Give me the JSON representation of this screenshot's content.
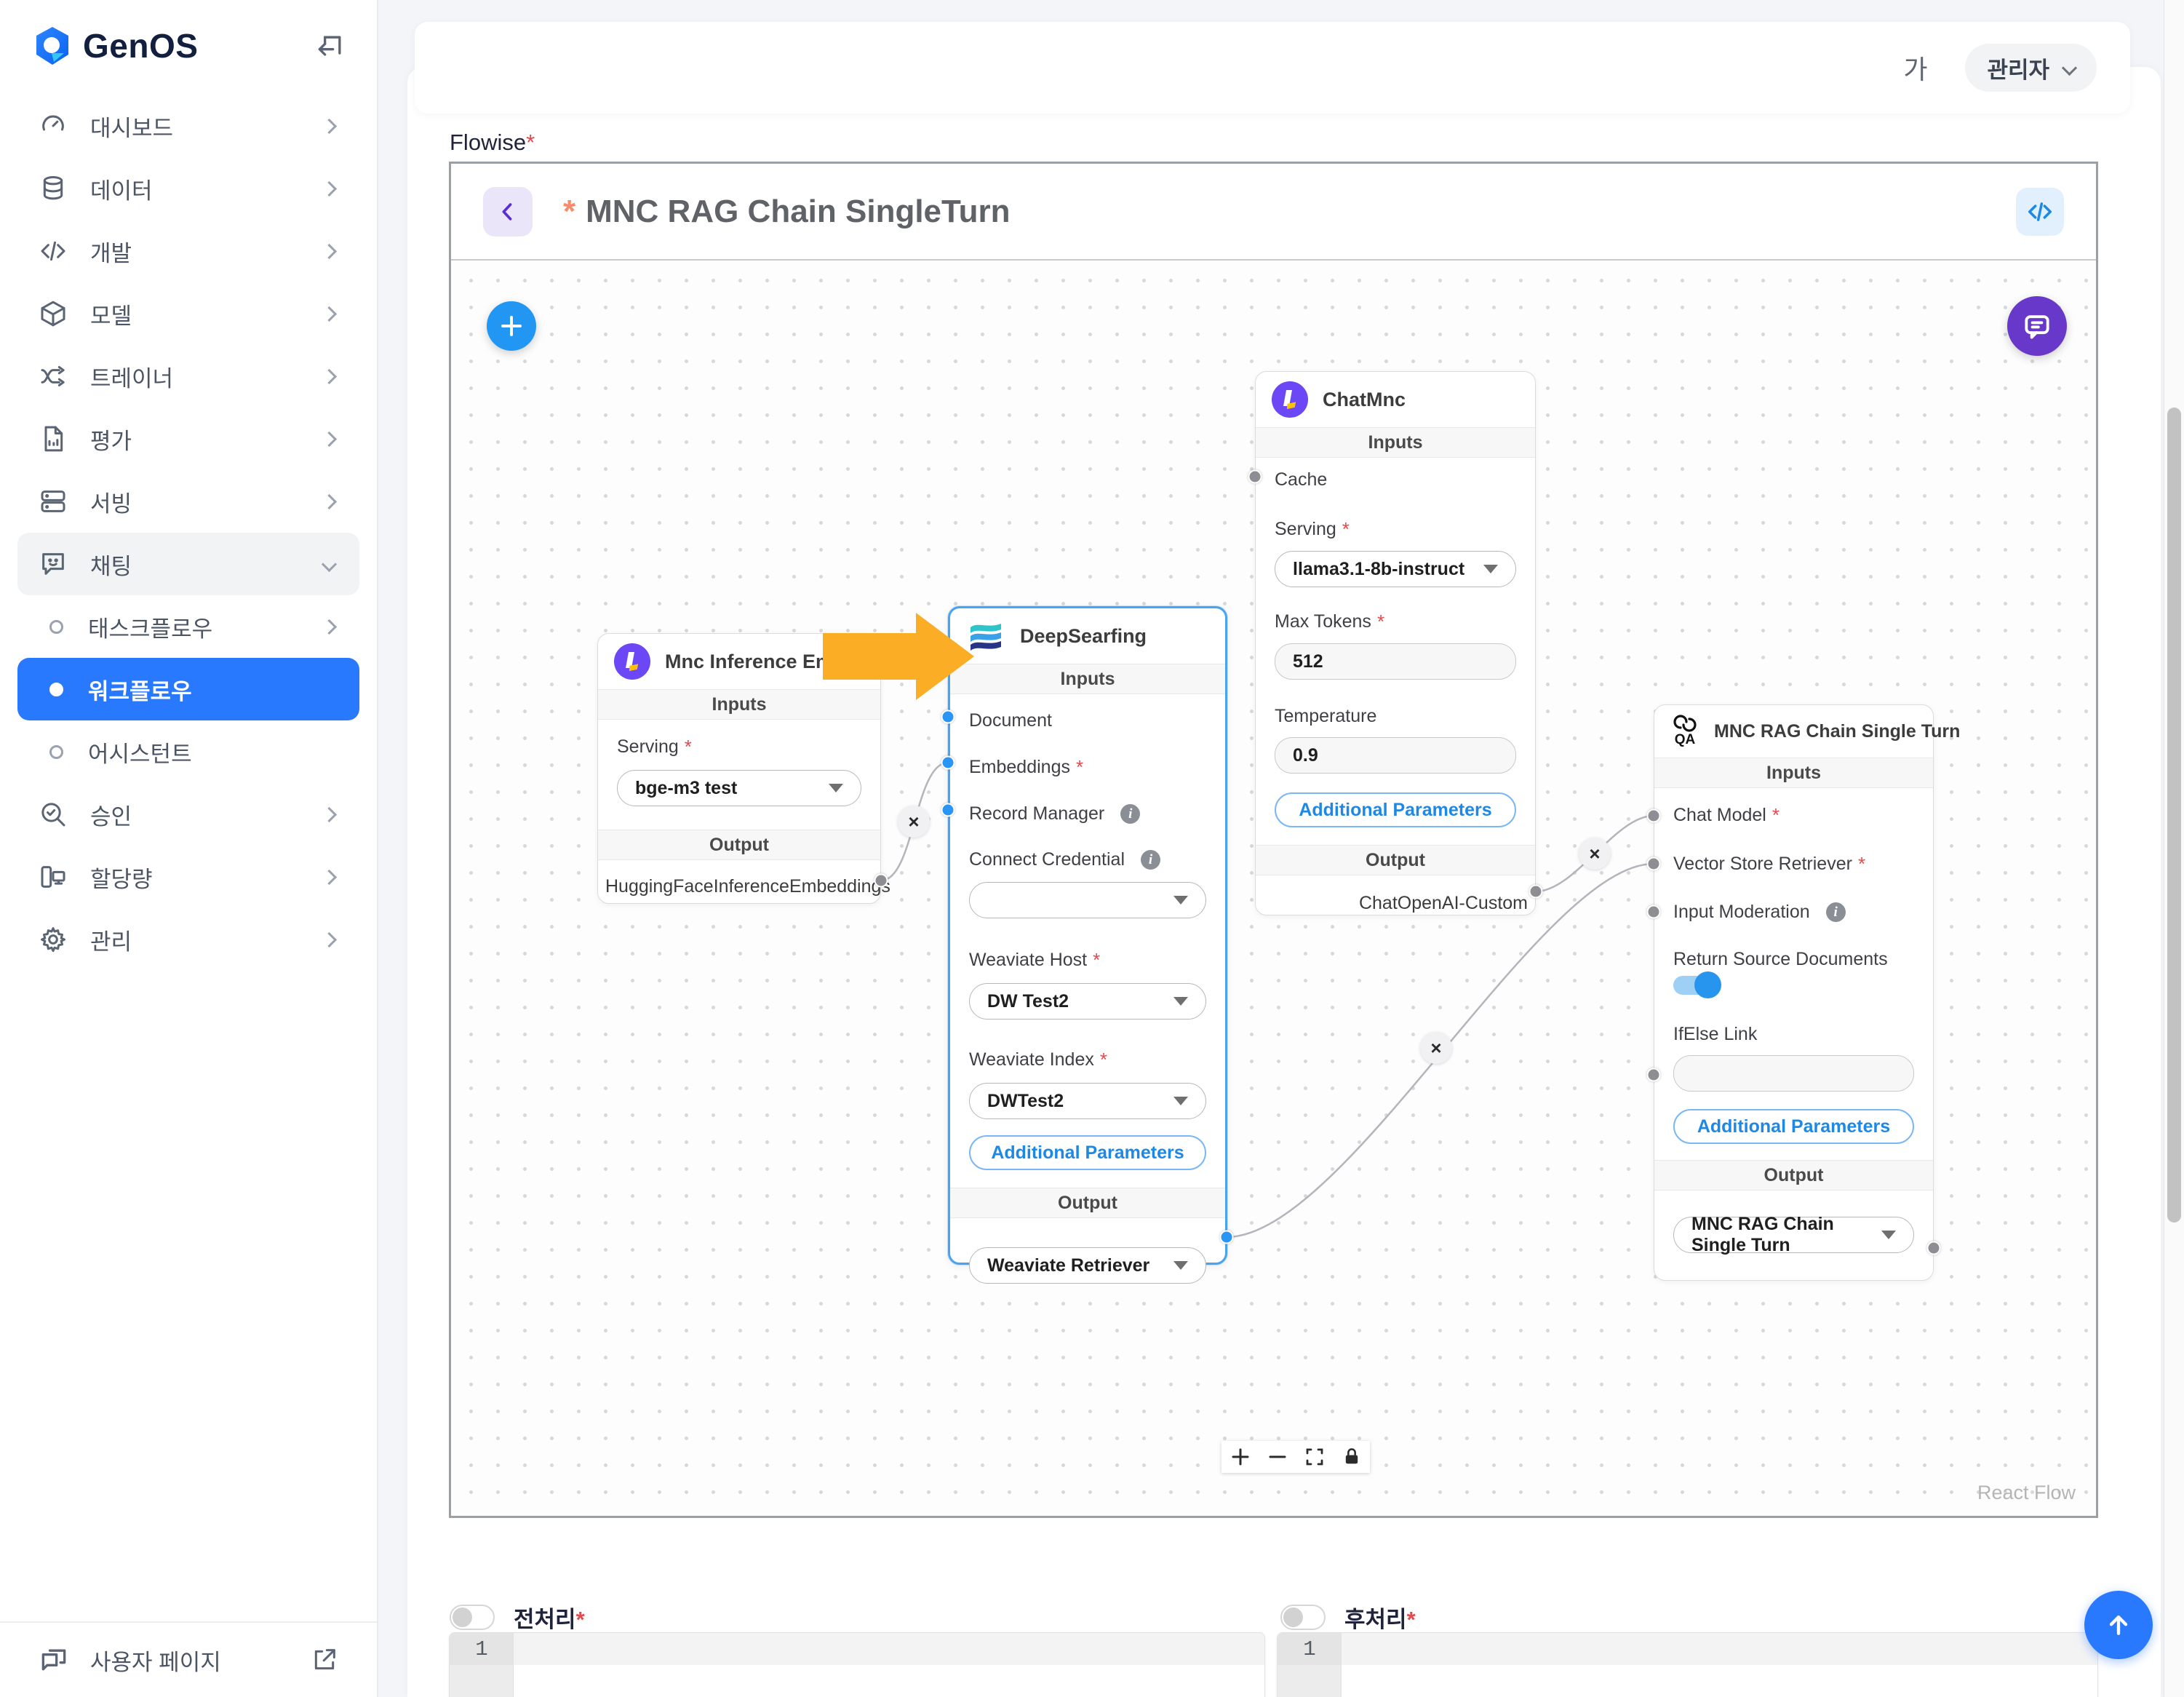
{
  "app": {
    "brand": "GenOS"
  },
  "sidebar": {
    "items": [
      {
        "label": "대시보드",
        "icon": "gauge-icon"
      },
      {
        "label": "데이터",
        "icon": "database-icon"
      },
      {
        "label": "개발",
        "icon": "code-icon"
      },
      {
        "label": "모델",
        "icon": "cube-icon"
      },
      {
        "label": "트레이너",
        "icon": "shuffle-icon"
      },
      {
        "label": "평가",
        "icon": "report-icon"
      },
      {
        "label": "서빙",
        "icon": "server-icon"
      }
    ],
    "chat_group": {
      "label": "채팅"
    },
    "chat_children": [
      {
        "label": "태스크플로우"
      },
      {
        "label": "워크플로우"
      },
      {
        "label": "어시스턴트"
      }
    ],
    "items_after": [
      {
        "label": "승인",
        "icon": "search-check-icon"
      },
      {
        "label": "할당량",
        "icon": "devices-icon"
      },
      {
        "label": "관리",
        "icon": "gear-icon"
      }
    ],
    "footer": {
      "label": "사용자 페이지"
    }
  },
  "header": {
    "font_size_label": "가",
    "profile_label": "관리자"
  },
  "form": {
    "flowise_label": "Flowise",
    "required_mark": "*"
  },
  "flow": {
    "title": "MNC RAG Chain SingleTurn",
    "title_required_mark": "*",
    "attribution": "React Flow",
    "inputs_header": "Inputs",
    "output_header": "Output",
    "additional_parameters_label": "Additional Parameters",
    "nodes": {
      "embeddings": {
        "title": "Mnc Inference Embeddings",
        "serving_label": "Serving",
        "serving_value": "bge-m3 test",
        "output_value": "HuggingFaceInferenceEmbeddings"
      },
      "deepsearfing": {
        "title": "DeepSearfing",
        "document_label": "Document",
        "embeddings_label": "Embeddings",
        "record_manager_label": "Record Manager",
        "connect_credential_label": "Connect Credential",
        "connect_credential_value": "",
        "weaviate_host_label": "Weaviate Host",
        "weaviate_host_value": "DW Test2",
        "weaviate_index_label": "Weaviate Index",
        "weaviate_index_value": "DWTest2",
        "output_value": "Weaviate Retriever"
      },
      "chatmnc": {
        "title": "ChatMnc",
        "cache_label": "Cache",
        "serving_label": "Serving",
        "serving_value": "llama3.1-8b-instruct",
        "max_tokens_label": "Max Tokens",
        "max_tokens_value": "512",
        "temperature_label": "Temperature",
        "temperature_value": "0.9",
        "output_value": "ChatOpenAI-Custom"
      },
      "rag": {
        "title": "MNC RAG Chain Single Turn",
        "icon_text": "QA",
        "chat_model_label": "Chat Model",
        "vector_store_label": "Vector Store Retriever",
        "input_moderation_label": "Input Moderation",
        "return_source_label": "Return Source Documents",
        "ifelse_label": "IfElse Link",
        "ifelse_value": "",
        "output_value": "MNC RAG Chain Single Turn"
      }
    }
  },
  "bottom": {
    "pre_label": "전처리",
    "post_label": "후처리",
    "line_number_left": "1",
    "line_number_right": "1"
  },
  "colors": {
    "accent_blue": "#2979ff",
    "selected_node_border": "#4aa3f0",
    "required_red": "#e5484d",
    "title_star_orange": "#fa8a68",
    "purple_fab": "#6738c9",
    "node_logo_purple": "#6c47f5",
    "arrow_orange": "#fbad26"
  }
}
